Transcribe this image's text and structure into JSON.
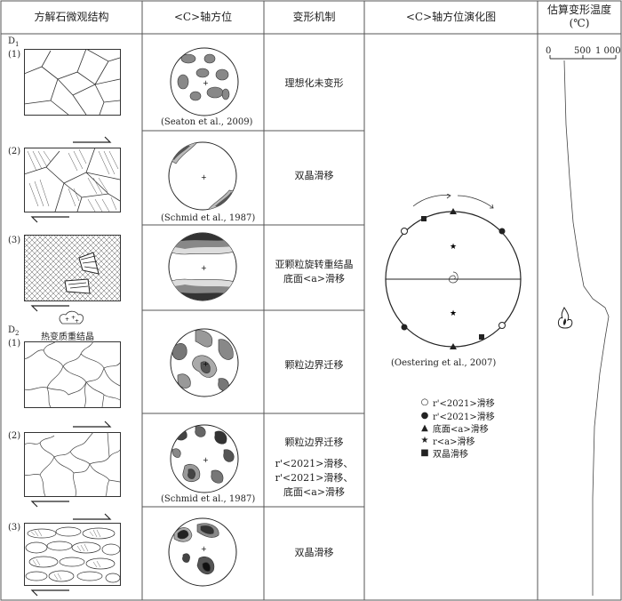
{
  "headers": {
    "col1": "方解石微观结构",
    "col2": "<C>轴方位",
    "col3": "变形机制",
    "col4": "<C>轴方位演化图",
    "col5_line1": "估算变形温度",
    "col5_line2": "(℃)"
  },
  "groups": {
    "d1": "D",
    "d1_sub": "1",
    "d2": "D",
    "d2_sub": "2"
  },
  "rows": [
    {
      "num": "(1)",
      "mechanism": "理想化未变形",
      "caption": "(Seaton et al., 2009)"
    },
    {
      "num": "(2)",
      "mechanism": "双晶滑移",
      "caption": "(Schmid et al., 1987)"
    },
    {
      "num": "(3)",
      "mechanism_line1": "亚颗粒旋转重结晶",
      "mechanism_line2": "底面<a>滑移",
      "caption": ""
    },
    {
      "num": "(1)",
      "mechanism": "颗粒边界迁移",
      "caption": ""
    },
    {
      "num": "(2)",
      "mechanism_line1": "颗粒边界迁移",
      "mechanism_line2": "r'<2021>滑移、",
      "mechanism_line3": "r'<2021>滑移、",
      "mechanism_line4": "底面<a>滑移",
      "caption": "(Schmid et al., 1987)"
    },
    {
      "num": "(3)",
      "mechanism": "双晶滑移",
      "caption": ""
    }
  ],
  "thermal_label": "热变质重结晶",
  "evolution": {
    "caption": "(Oestering et al., 2007)",
    "legend": [
      {
        "icon": "open-circle-icon",
        "text": "r'<2021>滑移"
      },
      {
        "icon": "filled-circle-icon",
        "text": "r'<2021>滑移"
      },
      {
        "icon": "triangle-icon",
        "text": "底面<a>滑移"
      },
      {
        "icon": "star-icon",
        "text": "r<a>滑移"
      },
      {
        "icon": "square-icon",
        "text": "双晶滑移"
      }
    ]
  },
  "temperature": {
    "ticks": [
      "0",
      "500",
      "1 000"
    ]
  }
}
